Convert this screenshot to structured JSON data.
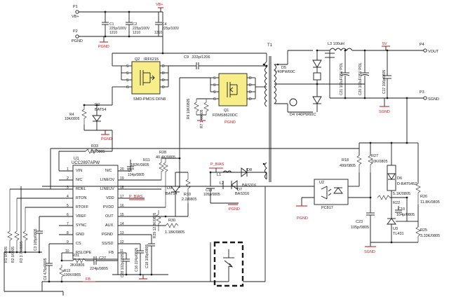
{
  "connectors": {
    "p1": {
      "ref": "P1",
      "net": "VB+"
    },
    "p2": {
      "ref": "P2",
      "net": "PGND"
    },
    "p4": {
      "ref": "P4",
      "net": "VOUT"
    },
    "p3": {
      "ref": "P3",
      "net": "SGND"
    }
  },
  "nets": {
    "vb_top": "VB+",
    "pgnd": "PGND",
    "sgnd": "SGND",
    "vout_5v": "5V",
    "p_bias": "P_BIAS",
    "fb": "FB"
  },
  "transformer": {
    "ref": "T1"
  },
  "input_caps": [
    {
      "ref": "C1",
      "value": "225p/100V",
      "pkg": "1210"
    },
    {
      "ref": "C2",
      "value": "225p/100V",
      "pkg": "1210"
    },
    {
      "ref": "C4",
      "value": "225p/100V",
      "pkg": "1210"
    }
  ],
  "q2": {
    "ref": "Q2",
    "part": "IRF6215",
    "pkg": "SMD-PMOS DFN8",
    "pins": [
      "S",
      "S",
      "S",
      "G",
      "D",
      "D",
      "D",
      "D"
    ]
  },
  "q1": {
    "ref": "Q1",
    "part": "FDMS8620DC",
    "pins": [
      "S",
      "S",
      "S",
      "G",
      "D",
      "D",
      "D",
      "D"
    ]
  },
  "c9": {
    "ref": "C9",
    "value": ".333p/1206"
  },
  "d2": {
    "ref": "D2",
    "part": "BAT54"
  },
  "r4": {
    "ref": "R4",
    "value": "10K/0805"
  },
  "r6": {
    "ref": "R6",
    "value": "10K/0805"
  },
  "r7": {
    "ref": "R7",
    "value": "1K/0805"
  },
  "r33": {
    "ref": "R33",
    "value": "1K/0805"
  },
  "r11": {
    "ref": "R11",
    "value": "182K/0805"
  },
  "r28": {
    "ref": "R28",
    "value": "40.4K/0805"
  },
  "c5": {
    "ref": "C5",
    "value": "104p/0805"
  },
  "d3": {
    "ref": "D3",
    "part": "BAT54"
  },
  "r10": {
    "ref": "R10",
    "value": "2.2/0805"
  },
  "r30": {
    "ref": "R30",
    "value": "1.18K/0805"
  },
  "r29": {
    "ref": "R29",
    "value": "12.8K/0805"
  },
  "c18": {
    "ref": "C18",
    "value": "105p/0805"
  },
  "c16": {
    "ref": "C16",
    "value": "224p/0805"
  },
  "c28": {
    "ref": "C28",
    "value": "102p/0805"
  },
  "r31": {
    "ref": "R31",
    "value": "2K/0805"
  },
  "c27": {
    "ref": "C27",
    "value": "224p/0805"
  },
  "r13": {
    "ref": "R13",
    "value": "100K/0805"
  },
  "c6": {
    "ref": "C6",
    "value": "475p/0805"
  },
  "c3": {
    "ref": "C3",
    "value": "105p/0805"
  },
  "r1": {
    "ref": "R1",
    "value": "0/0805"
  },
  "r2": {
    "ref": "R2",
    "value": "0/0805"
  },
  "r3": {
    "ref": "R3",
    "value": "3.7K/0805"
  },
  "u1": {
    "ref": "U1",
    "part": "UCC2897APW",
    "left_pins": [
      {
        "num": "1",
        "name": "VIN"
      },
      {
        "num": "2",
        "name": "N/C"
      },
      {
        "num": "3",
        "name": "RDEL"
      },
      {
        "num": "4",
        "name": "RTON"
      },
      {
        "num": "5",
        "name": "RTOFF"
      },
      {
        "num": "6",
        "name": "VREF"
      },
      {
        "num": "7",
        "name": "SYNC"
      },
      {
        "num": "8",
        "name": "GND"
      },
      {
        "num": "9",
        "name": "CS"
      },
      {
        "num": "10",
        "name": "RSLOPE"
      }
    ],
    "right_pins": [
      {
        "num": "20",
        "name": "N/C"
      },
      {
        "num": "19",
        "name": "LINEOV"
      },
      {
        "num": "18",
        "name": "LINEUV"
      },
      {
        "num": "17",
        "name": "VDD"
      },
      {
        "num": "16",
        "name": "PVDD"
      },
      {
        "num": "15",
        "name": "OUT"
      },
      {
        "num": "14",
        "name": "AUX"
      },
      {
        "num": "13",
        "name": "PGND"
      },
      {
        "num": "12",
        "name": "SS/SD"
      },
      {
        "num": "11",
        "name": "FB"
      }
    ]
  },
  "bias": {
    "l1": {
      "ref": "L1"
    },
    "l2": {
      "ref": "L2"
    },
    "c19": {
      "ref": "C19",
      "value": "105p/0805"
    },
    "d8": {
      "ref": "D8",
      "part": "BAS316"
    },
    "d7": {
      "ref": "D7",
      "part": "BAS316"
    }
  },
  "secondary": {
    "d5": {
      "ref": "D5",
      "part": "V40PW60C"
    },
    "d4": {
      "ref": "D4",
      "part": "V40PW60C"
    },
    "l3": {
      "ref": "L3",
      "value": "100uH"
    },
    "c21": {
      "ref": "C21",
      "value": "100uF/35V POL"
    },
    "c20": {
      "ref": "C20",
      "value": "100uF/35V POL"
    },
    "c17": {
      "ref": "C17",
      "value": "106p/0805"
    }
  },
  "feedback": {
    "u2": {
      "ref": "U2",
      "part": "PC817"
    },
    "r18": {
      "ref": "R18",
      "value": "499/0805"
    },
    "r27": {
      "ref": "R27",
      "value": "10K/0805"
    },
    "d6": {
      "ref": "D6",
      "part": "D-BAT5452"
    },
    "r22": {
      "ref": "R22",
      "value": "5.1K/0805"
    },
    "c10": {
      "ref": "C10",
      "value": "104p/0805"
    },
    "c23": {
      "ref": "C23",
      "value": "105p/0805"
    },
    "u3": {
      "ref": "U3",
      "part": "TL431"
    },
    "r26": {
      "ref": "R26",
      "value": "11.8K/0805"
    },
    "r25": {
      "ref": "R25",
      "value": "3.33K/0805"
    }
  }
}
